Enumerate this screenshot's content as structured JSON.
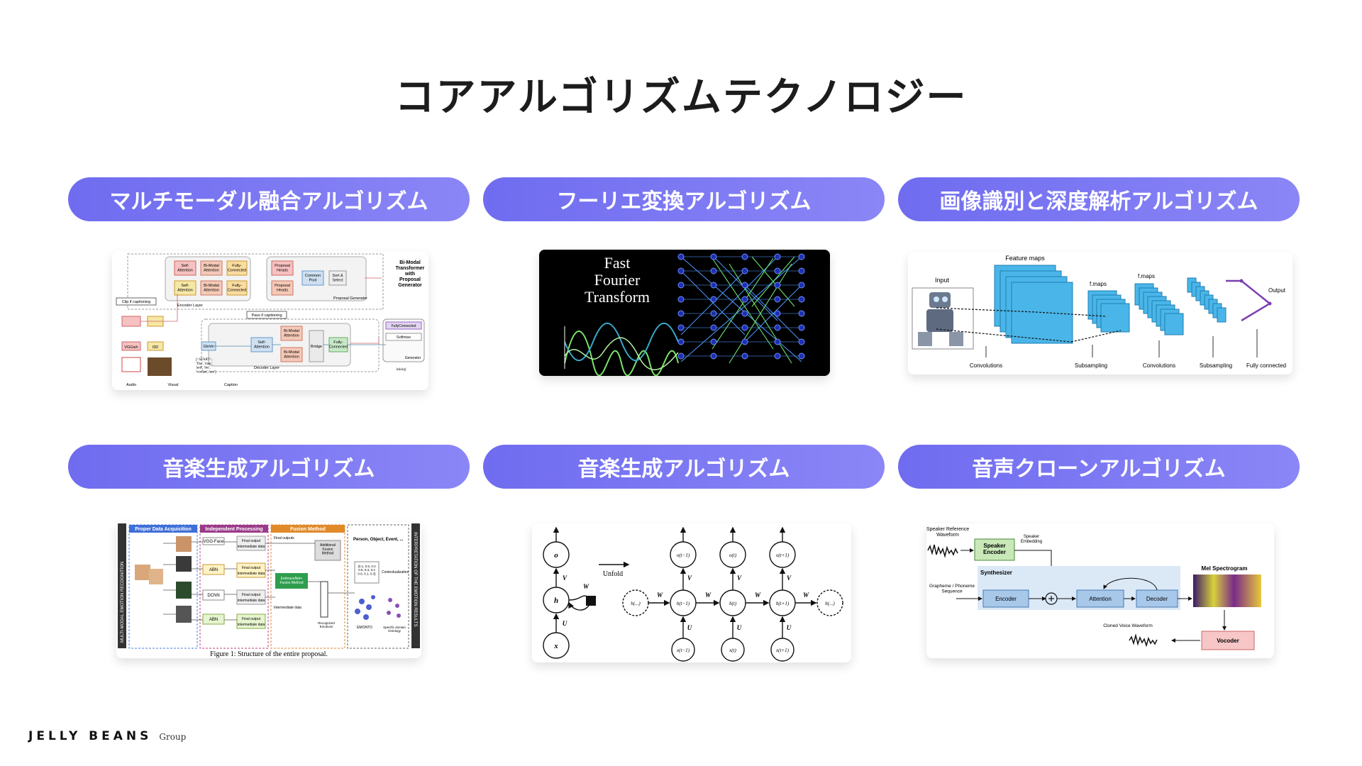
{
  "page": {
    "title": "コアアルゴリズムテクノロジー"
  },
  "cards": [
    {
      "label": "マルチモーダル融合アルゴリズム"
    },
    {
      "label": "フーリエ変換アルゴリズム"
    },
    {
      "label": "画像識別と深度解析アルゴリズム"
    },
    {
      "label": "音楽生成アルゴリズム"
    },
    {
      "label": "音楽生成アルゴリズム"
    },
    {
      "label": "音声クローンアルゴリズム"
    }
  ],
  "fig1": {
    "self_attention": "Self-\nAttention",
    "bimodal_attention": "Bi-Modal\nAttention",
    "fully_connected": "Fully-\nConnected",
    "proposal_heads": "Proposal\nHeads",
    "common_pool": "Common\nPool",
    "sort_select": "Sort &\nSelect",
    "bimodal_transformer": "Bi-Modal\nTransformer\nwith\nProposal\nGenerator",
    "encoder_layer": "Encoder Layer",
    "proposal_generator": "Proposal Generator",
    "clip_captioning": "Clip if captioning",
    "pass_captioning": "Pass if captioning",
    "vggish": "VGGish",
    "i3d": "I3D",
    "glove": "GloVe",
    "bridge": "Bridge",
    "decoder_layer": "Decoder Layer",
    "softmax": "Softmax",
    "generator": "Generator",
    "fullyconnected": "FullyConnected",
    "audio": "Audio",
    "visual": "Visual",
    "caption": "Caption",
    "tokens": "[<START>,\n'The', 'man',\n'and', 'the',\n'woman', 'are']",
    "asking": "'asking'"
  },
  "fig2": {
    "line1": "Fast",
    "line2": "Fourier",
    "line3": "Transform"
  },
  "fig3": {
    "input": "Input",
    "feature_maps": "Feature maps",
    "fmaps1": "f.maps",
    "fmaps2": "f.maps",
    "output": "Output",
    "convolutions1": "Convolutions",
    "subsampling1": "Subsampling",
    "convolutions2": "Convolutions",
    "subsampling2": "Subsampling",
    "fully_connected": "Fully connected"
  },
  "fig4": {
    "side_left": "MULTI-MODAL EMOTION RECOGNITION",
    "side_right": "INTERPRETATION OF THE EMOTION RESULTS",
    "h1": "Proper Data Acquisition",
    "h2": "Independent Processing",
    "h3": "Fusion Method",
    "vgg_face": "VGG-Face",
    "abn1": "ABN",
    "dcnn": "DCNN",
    "abn2": "ABN",
    "final_output": "Final output",
    "intermediate_data": "intermediate data",
    "final_outputs": "Final outputs",
    "additional_fusion": "Additional\nFusion\nMethod",
    "embracenet": "EmbraceNet+\nFusion Method",
    "intermediate_data2": "Intermediate data",
    "recognized_emotions": "Recognized\nEmotions",
    "person_object_event": "Person, Object, Event, ...",
    "values": "{0.1, 0.5, 0.2\n0.5, 0.3, 0.2\n0.6, 0.1, 0.3}",
    "contextualization": "Contextualization",
    "emonto": "EMONTO",
    "specific_ontology": "Specific domain\nOntology",
    "caption": "Figure 1: Structure of the entire proposal."
  },
  "fig5": {
    "o": "o",
    "h": "h",
    "x": "x",
    "v": "V",
    "u": "U",
    "w": "W",
    "unfold": "Unfold",
    "h_dots": "h(...)",
    "o_tm1": "o(t−1)",
    "o_t": "o(t)",
    "o_tp1": "o(t+1)",
    "h_tm1": "h(t−1)",
    "h_t": "h(t)",
    "h_tp1": "h(t+1)",
    "x_tm1": "x(t−1)",
    "x_t": "x(t)",
    "x_tp1": "x(t+1)"
  },
  "fig6": {
    "speaker_ref": "Speaker Reference\nWaveform",
    "speaker_encoder": "Speaker\nEncoder",
    "speaker_embedding": "Speaker\nEmbedding",
    "synthesizer": "Synthesizer",
    "grapheme": "Grapheme / Phoneme\nSequence",
    "encoder": "Encoder",
    "attention": "Attention",
    "decoder": "Decoder",
    "mel": "Mel Spectrogram",
    "cloned": "Cloned Voice Waveform",
    "vocoder": "Vocoder"
  },
  "footer": {
    "brand": "JELLY BEANS",
    "group": "Group"
  },
  "colors": {
    "pill_start": "#6f6cf0",
    "pill_end": "#8b86f6"
  }
}
